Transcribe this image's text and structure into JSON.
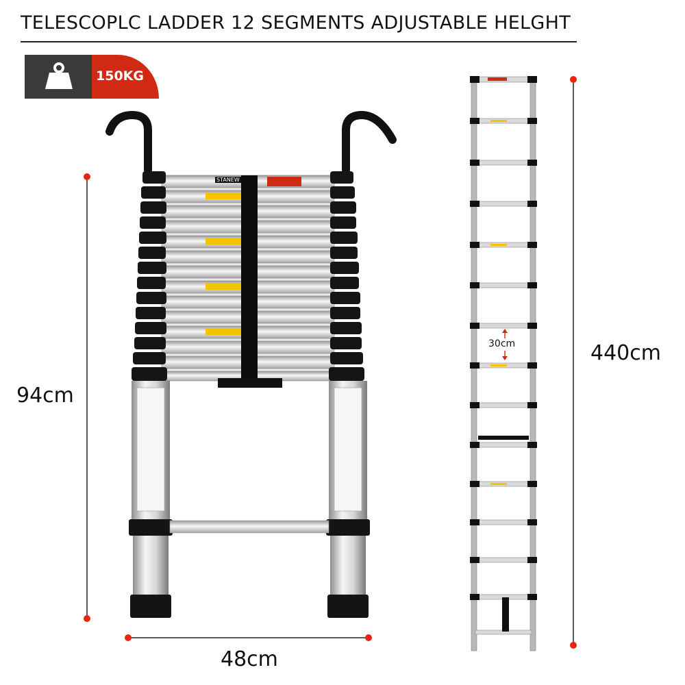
{
  "header": {
    "title": "TELESCOPLC LADDER 12 SEGMENTS ADJUSTABLE HELGHT"
  },
  "badge": {
    "icon": "weight-icon",
    "load": "150KG",
    "dark_color": "#3b3b3b",
    "accent_color": "#d12a14"
  },
  "folded_ladder": {
    "height_label": "94cm",
    "width_label": "48cm",
    "brand": "STANEW"
  },
  "extended_ladder": {
    "height_label": "440cm",
    "rung_spacing_label": "30cm"
  }
}
